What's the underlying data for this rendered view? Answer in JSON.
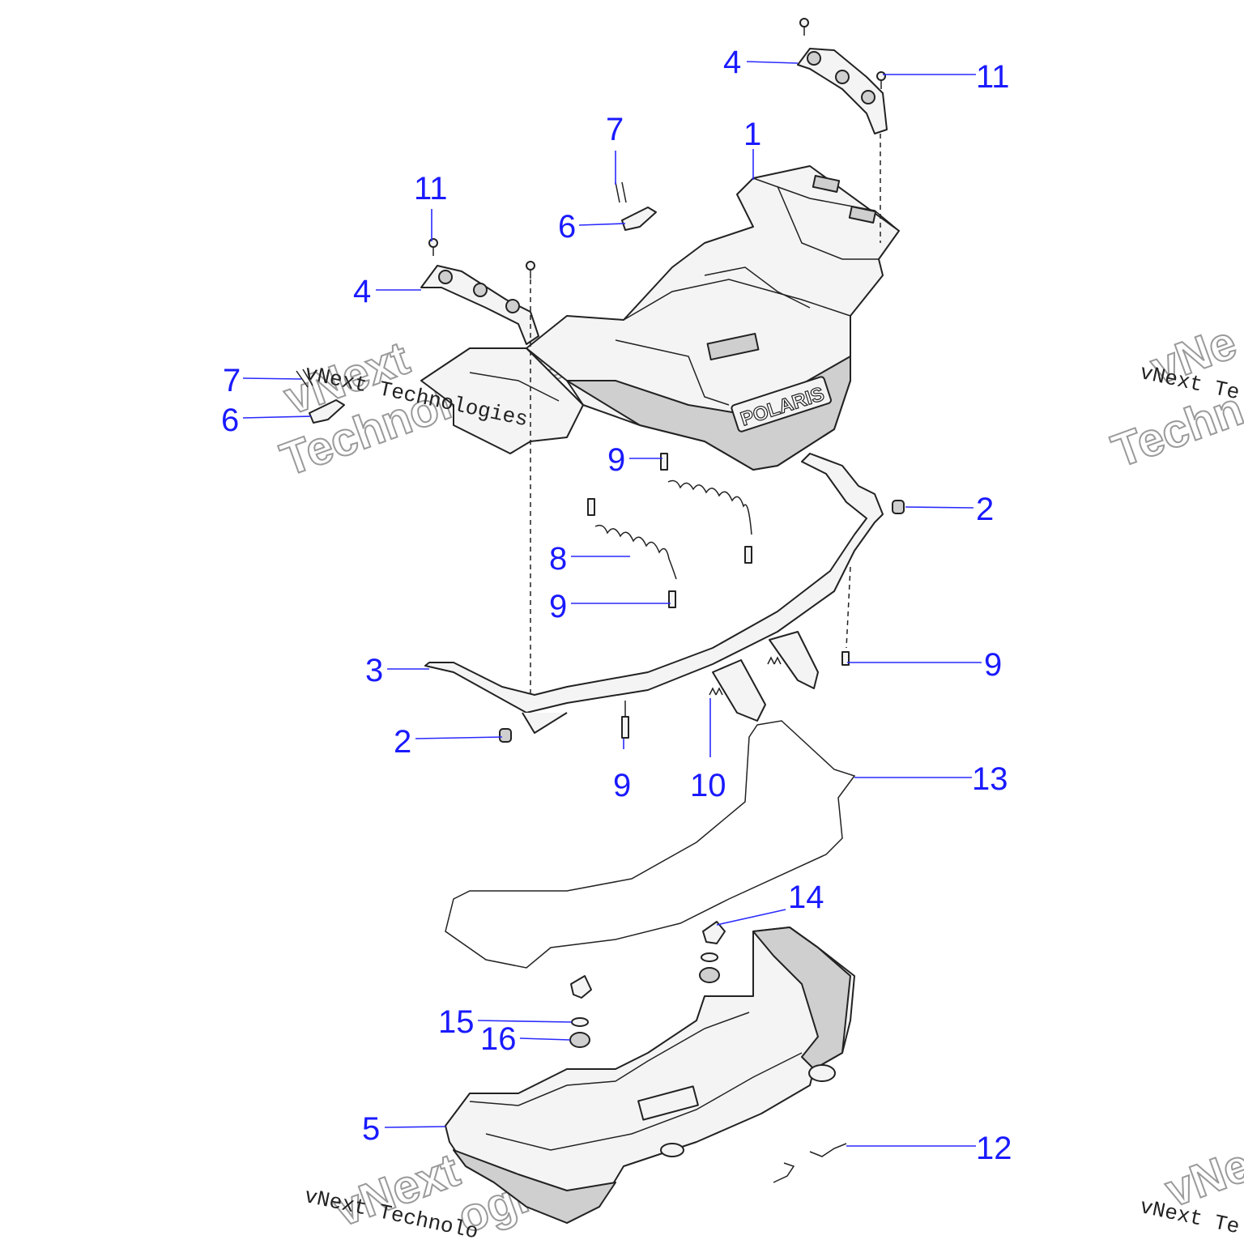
{
  "watermark": {
    "brand": "vNext",
    "company": "Technologies",
    "line": "vNext Technologies",
    "clip_right_1": "vNe",
    "clip_right_2": "Techn",
    "clip_right_line": "vNext Te",
    "clip_bottom": "ogies",
    "clip_bottom_line": "vNext Technolo",
    "clip_right_bottom": "vNe",
    "clip_right_bottom_line": "vNext Te"
  },
  "part_logo": "POLARIS",
  "callouts": [
    {
      "id": "c-4-top",
      "label": "4"
    },
    {
      "id": "c-11-top",
      "label": "11"
    },
    {
      "id": "c-7-top",
      "label": "7"
    },
    {
      "id": "c-1",
      "label": "1"
    },
    {
      "id": "c-11-left",
      "label": "11"
    },
    {
      "id": "c-6-top",
      "label": "6"
    },
    {
      "id": "c-4-left",
      "label": "4"
    },
    {
      "id": "c-7-left",
      "label": "7"
    },
    {
      "id": "c-6-left",
      "label": "6"
    },
    {
      "id": "c-9-a",
      "label": "9"
    },
    {
      "id": "c-2-right",
      "label": "2"
    },
    {
      "id": "c-8",
      "label": "8"
    },
    {
      "id": "c-9-b",
      "label": "9"
    },
    {
      "id": "c-9-c",
      "label": "9"
    },
    {
      "id": "c-3",
      "label": "3"
    },
    {
      "id": "c-2-left",
      "label": "2"
    },
    {
      "id": "c-9-d",
      "label": "9"
    },
    {
      "id": "c-10",
      "label": "10"
    },
    {
      "id": "c-13",
      "label": "13"
    },
    {
      "id": "c-14",
      "label": "14"
    },
    {
      "id": "c-15",
      "label": "15"
    },
    {
      "id": "c-16",
      "label": "16"
    },
    {
      "id": "c-5",
      "label": "5"
    },
    {
      "id": "c-12",
      "label": "12"
    }
  ]
}
